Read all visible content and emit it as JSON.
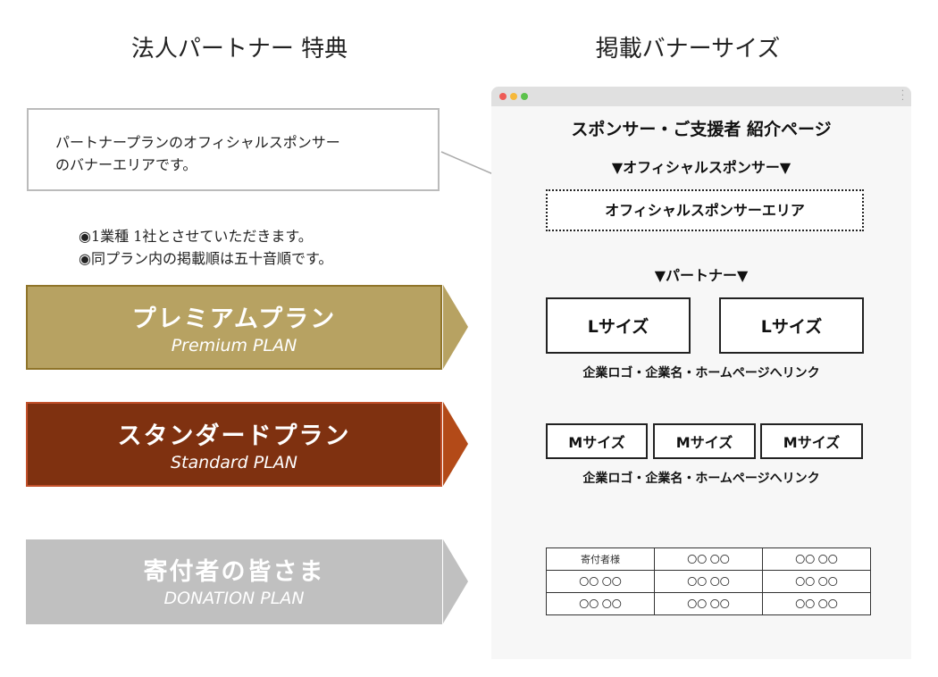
{
  "left": {
    "heading": "法人パートナー 特典",
    "callout": [
      "パートナープランのオフィシャルスポンサー",
      "のバナーエリアです。"
    ],
    "notes": [
      "◉1業種 1社とさせていただきます。",
      "◉同プラン内の掲載順は五十音順です。"
    ],
    "plans": [
      {
        "jp": "プレミアムプラン",
        "en": "Premium PLAN",
        "color": "#b7a262",
        "arrow": "#b7a262"
      },
      {
        "jp": "スタンダードプラン",
        "en": "Standard PLAN",
        "color": "#7f3110",
        "arrow": "#b34a18"
      },
      {
        "jp": "寄付者の皆さま",
        "en": "DONATION PLAN",
        "color": "#c0c0c0",
        "arrow": "#c0c0c0"
      }
    ]
  },
  "right": {
    "heading": "掲載バナーサイズ",
    "page_title": "スポンサー・ご支援者 紹介ページ",
    "official_heading": "▼オフィシャルスポンサー▼",
    "official_area": "オフィシャルスポンサーエリア",
    "partner_heading": "▼パートナー▼",
    "l_boxes": [
      "Lサイズ",
      "Lサイズ"
    ],
    "l_caption": "企業ロゴ・企業名・ホームページへリンク",
    "m_boxes": [
      "Mサイズ",
      "Mサイズ",
      "Mサイズ"
    ],
    "m_caption": "企業ロゴ・企業名・ホームページへリンク",
    "donor_table": [
      [
        "寄付者様",
        "〇〇 〇〇",
        "〇〇 〇〇"
      ],
      [
        "〇〇 〇〇",
        "〇〇 〇〇",
        "〇〇 〇〇"
      ],
      [
        "〇〇 〇〇",
        "〇〇 〇〇",
        "〇〇 〇〇"
      ]
    ]
  }
}
